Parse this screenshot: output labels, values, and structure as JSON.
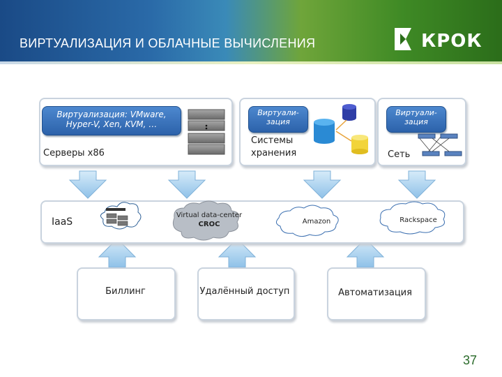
{
  "header": {
    "title": "ВИРТУАЛИЗАЦИЯ И ОБЛАЧНЫЕ ВЫЧИСЛЕНИЯ",
    "logo_text": "КРОК"
  },
  "servers": {
    "box_line1": "Виртуализация: VMware,",
    "box_line2": "Hyper-V, Xen, KVM, …",
    "label": "Серверы x86"
  },
  "storage": {
    "box_line1": "Виртуали-",
    "box_line2": "зация",
    "label_line1": "Системы",
    "label_line2": "хранения"
  },
  "network": {
    "box_line1": "Виртуали-",
    "box_line2": "зация",
    "label": "Сеть"
  },
  "iaas": {
    "label": "IaaS",
    "cloud_croc_line1": "Virtual data-center",
    "cloud_croc_line2": "CROC",
    "cloud_amazon": "Amazon",
    "cloud_rackspace": "Rackspace"
  },
  "bottom": {
    "billing": "Биллинг",
    "remote_access": "Удалённый доступ",
    "automation": "Автоматизация"
  },
  "page_number": "37",
  "colors": {
    "arrow_fill": "#aed3ef",
    "box_blue": "#2c62aa",
    "cloud_stroke": "#3b6fb0",
    "cylinder_blue": "#2a8ad4",
    "cylinder_yellow": "#f2d43a",
    "cylinder_navy": "#2e3da6"
  }
}
